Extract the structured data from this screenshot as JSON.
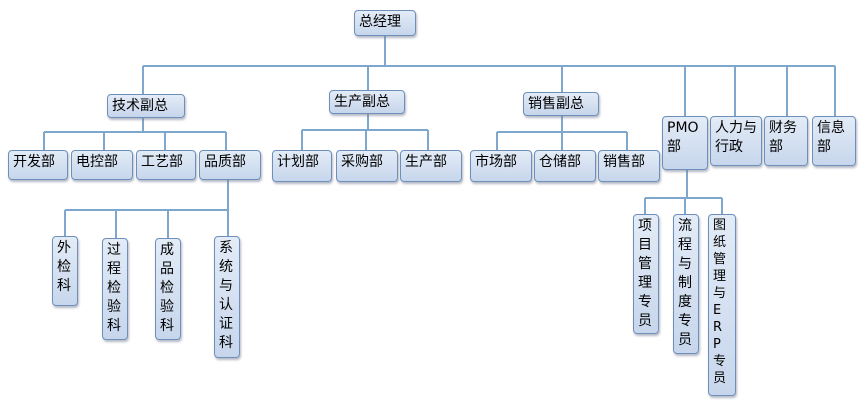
{
  "org": {
    "ceo": "总经理",
    "vp_tech": "技术副总",
    "vp_prod": "生产副总",
    "vp_sales": "销售副总",
    "pmo": "PMO\n部",
    "hr_admin": "人力与\n行政",
    "finance": "财务\n部",
    "info": "信息\n部",
    "dev": "开发部",
    "electric": "电控部",
    "process": "工艺部",
    "quality": "品质部",
    "planning": "计划部",
    "purchasing": "采购部",
    "production": "生产部",
    "market": "市场部",
    "warehouse": "仓储部",
    "sales_dept": "销售部",
    "inspect_out": "外\n检\n科",
    "inspect_process": "过\n程\n检\n验\n科",
    "inspect_final": "成\n品\n检\n验\n科",
    "cert": "系\n统\n与\n认\n证\n科",
    "pm_specialist": "项\n目\n管\n理\n专\n员",
    "flow_specialist": "流\n程\n与\n制\n度\n专\n员",
    "drawing_specialist": "图\n纸\n管\n理\n与\nE\nR\nP\n专\n员"
  },
  "colors": {
    "connector": "#7da7cc",
    "node_border": "#6d8fba",
    "node_fill_top": "#e3ecf7",
    "node_fill_bottom": "#c7d6ec"
  }
}
